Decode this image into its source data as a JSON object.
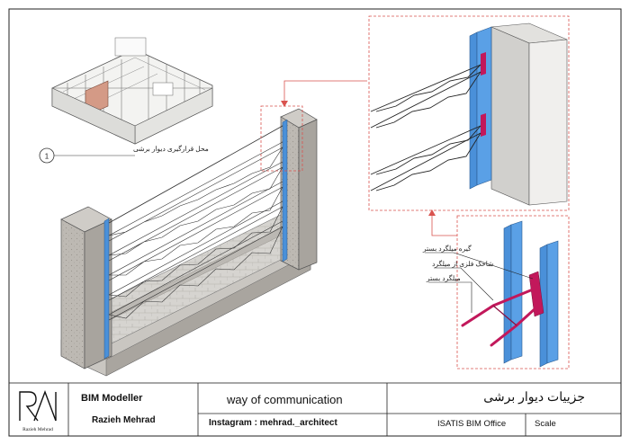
{
  "sheet": {
    "location_label": "محل قرارگیری دیوار برشی",
    "detail_number": "1"
  },
  "callouts": {
    "item1": "گیره میلگرد بستر",
    "item2": "شاخک فلزی از میلگرد",
    "item3": "میلگرد بستر"
  },
  "title_block": {
    "logo_text": "Razieh Mehrad",
    "role": "BIM Modeller",
    "author": "Razieh Mehrad",
    "communication": "way of communication",
    "instagram": "Instagram : mehrad._architect",
    "drawing_title": "جزییات دیوار برشی",
    "office": "ISATIS BIM Office",
    "scale_label": "Scale"
  },
  "colors": {
    "steel_blue": "#4a90d9",
    "rebar_red": "#c2185b",
    "dashed_red": "#d9534f",
    "concrete": "#b9b6b1"
  }
}
